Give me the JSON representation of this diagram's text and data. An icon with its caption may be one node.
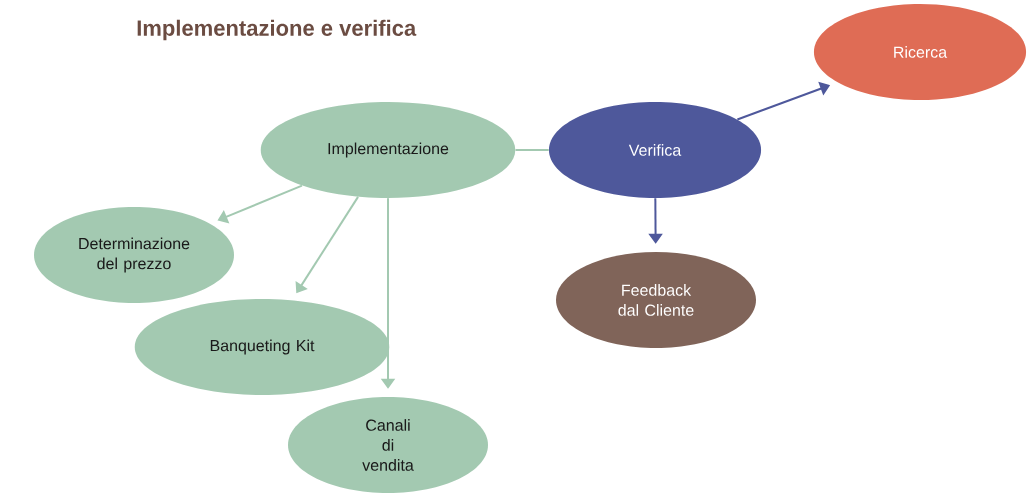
{
  "diagram": {
    "title": "Implementazione e verifica",
    "nodes": [
      {
        "text": [
          "Ricerca"
        ]
      },
      {
        "text": [
          "Implementazione"
        ]
      },
      {
        "text": [
          "Verifica"
        ]
      },
      {
        "text": [
          "Determinazione del prezzo"
        ]
      },
      {
        "text": [
          "Feedback dal Cliente"
        ]
      },
      {
        "text": [
          "Banqueting Kit"
        ]
      },
      {
        "text": [
          "Canali di vendita"
        ]
      }
    ],
    "edges": [
      {
        "from": 1,
        "to": 2,
        "arrow": "none"
      },
      {
        "from": 2,
        "to": 0,
        "arrow": "to",
        "color": "#4e589b"
      },
      {
        "from": 2,
        "to": 4,
        "arrow": "to",
        "color": "#4e589b"
      },
      {
        "from": 1,
        "to": 3,
        "arrow": "to"
      },
      {
        "from": 1,
        "to": 5,
        "arrow": "to"
      },
      {
        "from": 1,
        "to": 6,
        "arrow": "to"
      }
    ]
  }
}
